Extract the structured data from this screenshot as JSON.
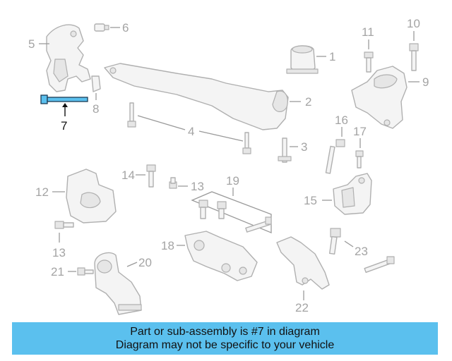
{
  "diagram": {
    "highlight_color": "#5bc0ee",
    "part_color": "#b0b0b0",
    "callouts": {
      "c1": "1",
      "c2": "2",
      "c3": "3",
      "c4": "4",
      "c5": "5",
      "c6": "6",
      "c7": "7",
      "c8": "8",
      "c9": "9",
      "c10": "10",
      "c11": "11",
      "c12": "12",
      "c13a": "13",
      "c13b": "13",
      "c14": "14",
      "c15": "15",
      "c16": "16",
      "c17": "17",
      "c18": "18",
      "c19": "19",
      "c20": "20",
      "c21": "21",
      "c22": "22",
      "c23": "23"
    }
  },
  "banner": {
    "line1": "Part or sub-assembly is #7 in diagram",
    "line2": "Diagram may not be specific to your vehicle",
    "bg_color": "#5bc0ee"
  }
}
